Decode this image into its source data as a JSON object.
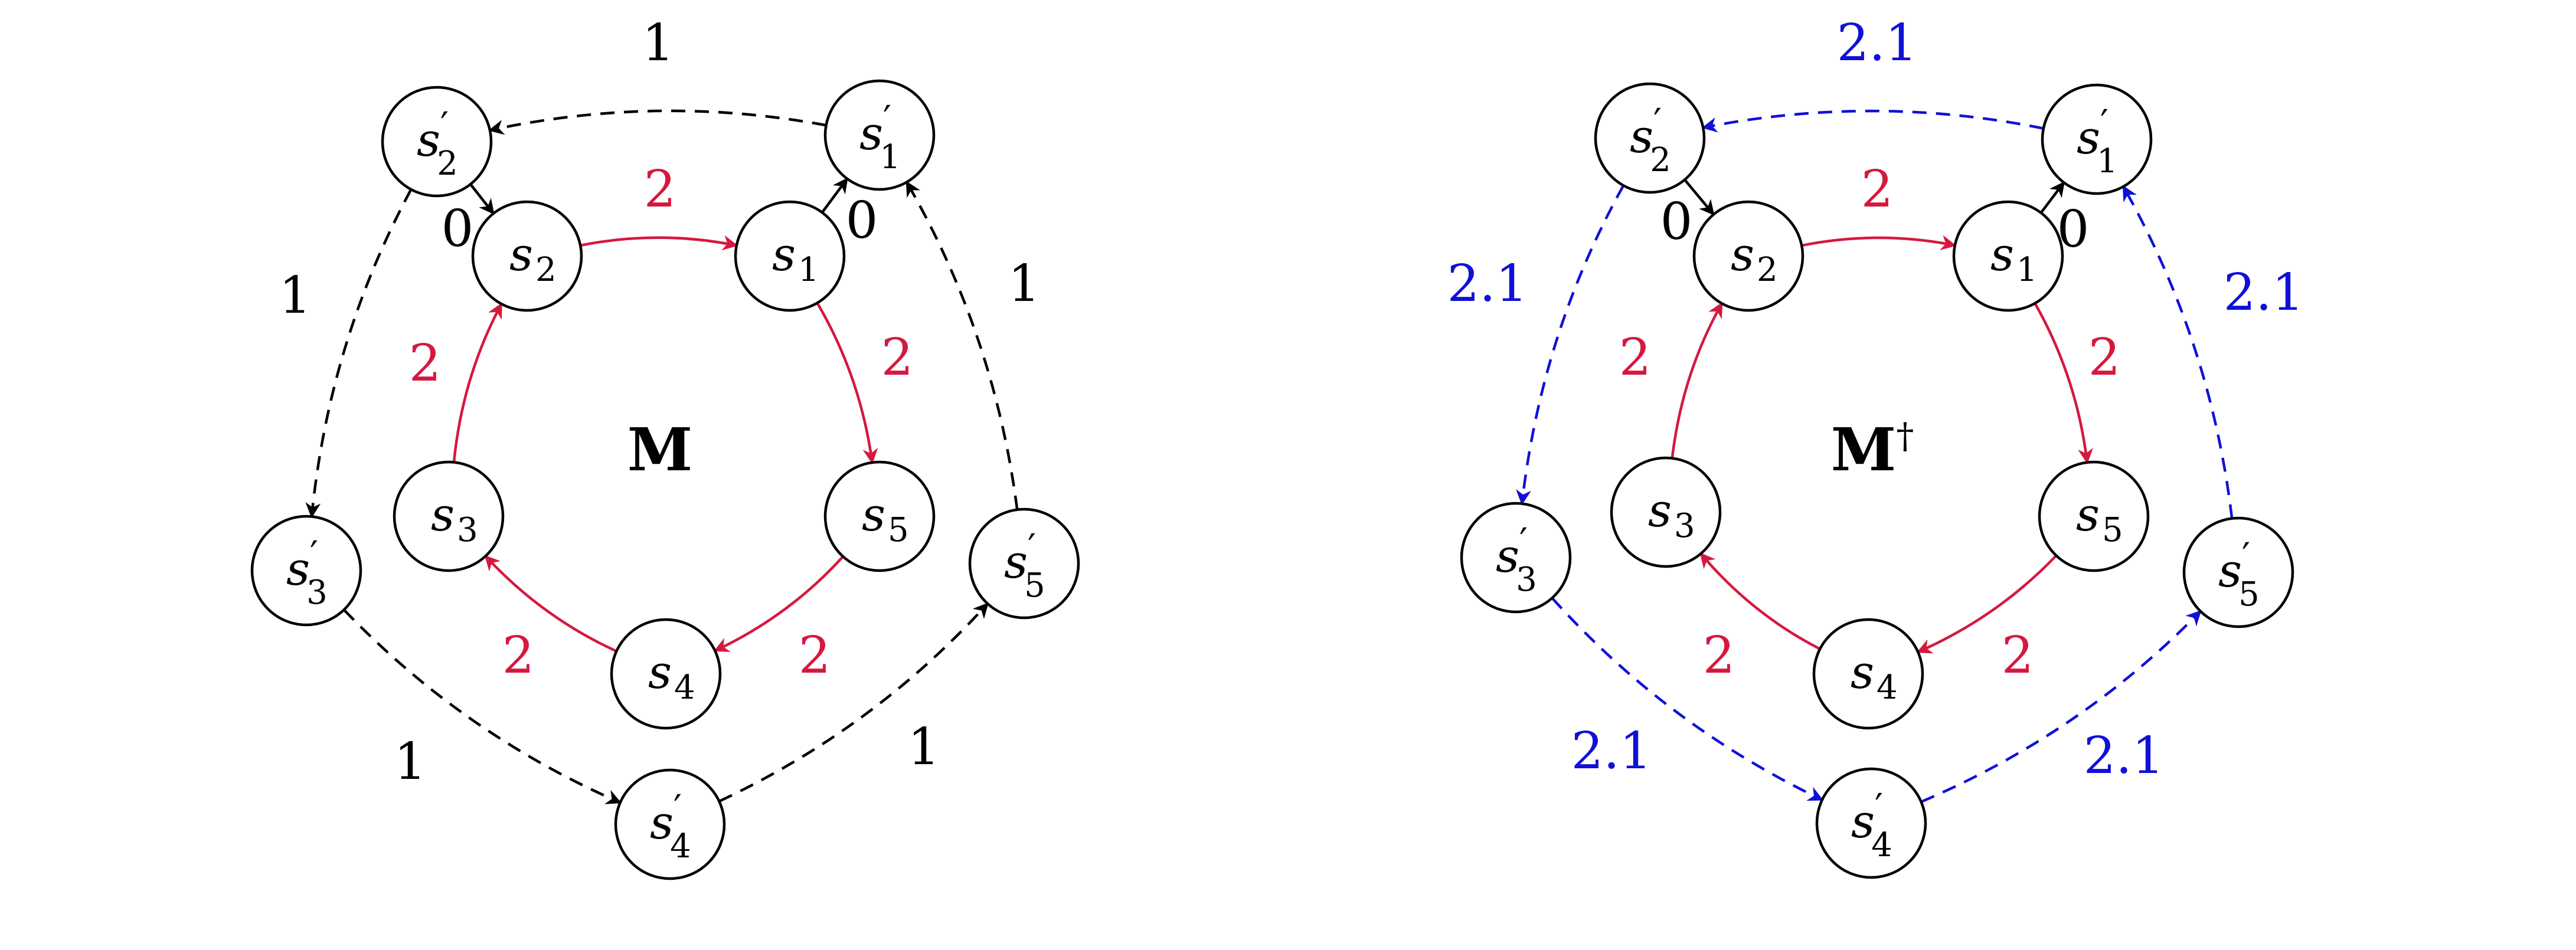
{
  "colors": {
    "inner_edge": "#d6183f",
    "outer_edge_left": "#000000",
    "outer_edge_right": "#1010d8",
    "connector_edge": "#000000"
  },
  "nodes": {
    "s1": {
      "base": "s",
      "prime": "",
      "sub": "1"
    },
    "s2": {
      "base": "s",
      "prime": "",
      "sub": "2"
    },
    "s3": {
      "base": "s",
      "prime": "",
      "sub": "3"
    },
    "s4": {
      "base": "s",
      "prime": "",
      "sub": "4"
    },
    "s5": {
      "base": "s",
      "prime": "",
      "sub": "5"
    },
    "p1": {
      "base": "s",
      "prime": "′",
      "sub": "1"
    },
    "p2": {
      "base": "s",
      "prime": "′",
      "sub": "2"
    },
    "p3": {
      "base": "s",
      "prime": "′",
      "sub": "3"
    },
    "p4": {
      "base": "s",
      "prime": "′",
      "sub": "4"
    },
    "p5": {
      "base": "s",
      "prime": "′",
      "sub": "5"
    }
  },
  "diagrams": [
    {
      "id": "left",
      "label": "M",
      "dagger": "",
      "inner_weight": "2",
      "outer_weight": "1",
      "connector_weight": "0",
      "outer_color_key": "outer_edge_left"
    },
    {
      "id": "right",
      "label": "M",
      "dagger": "†",
      "inner_weight": "2",
      "outer_weight": "2.1",
      "connector_weight": "0",
      "outer_color_key": "outer_edge_right"
    }
  ]
}
